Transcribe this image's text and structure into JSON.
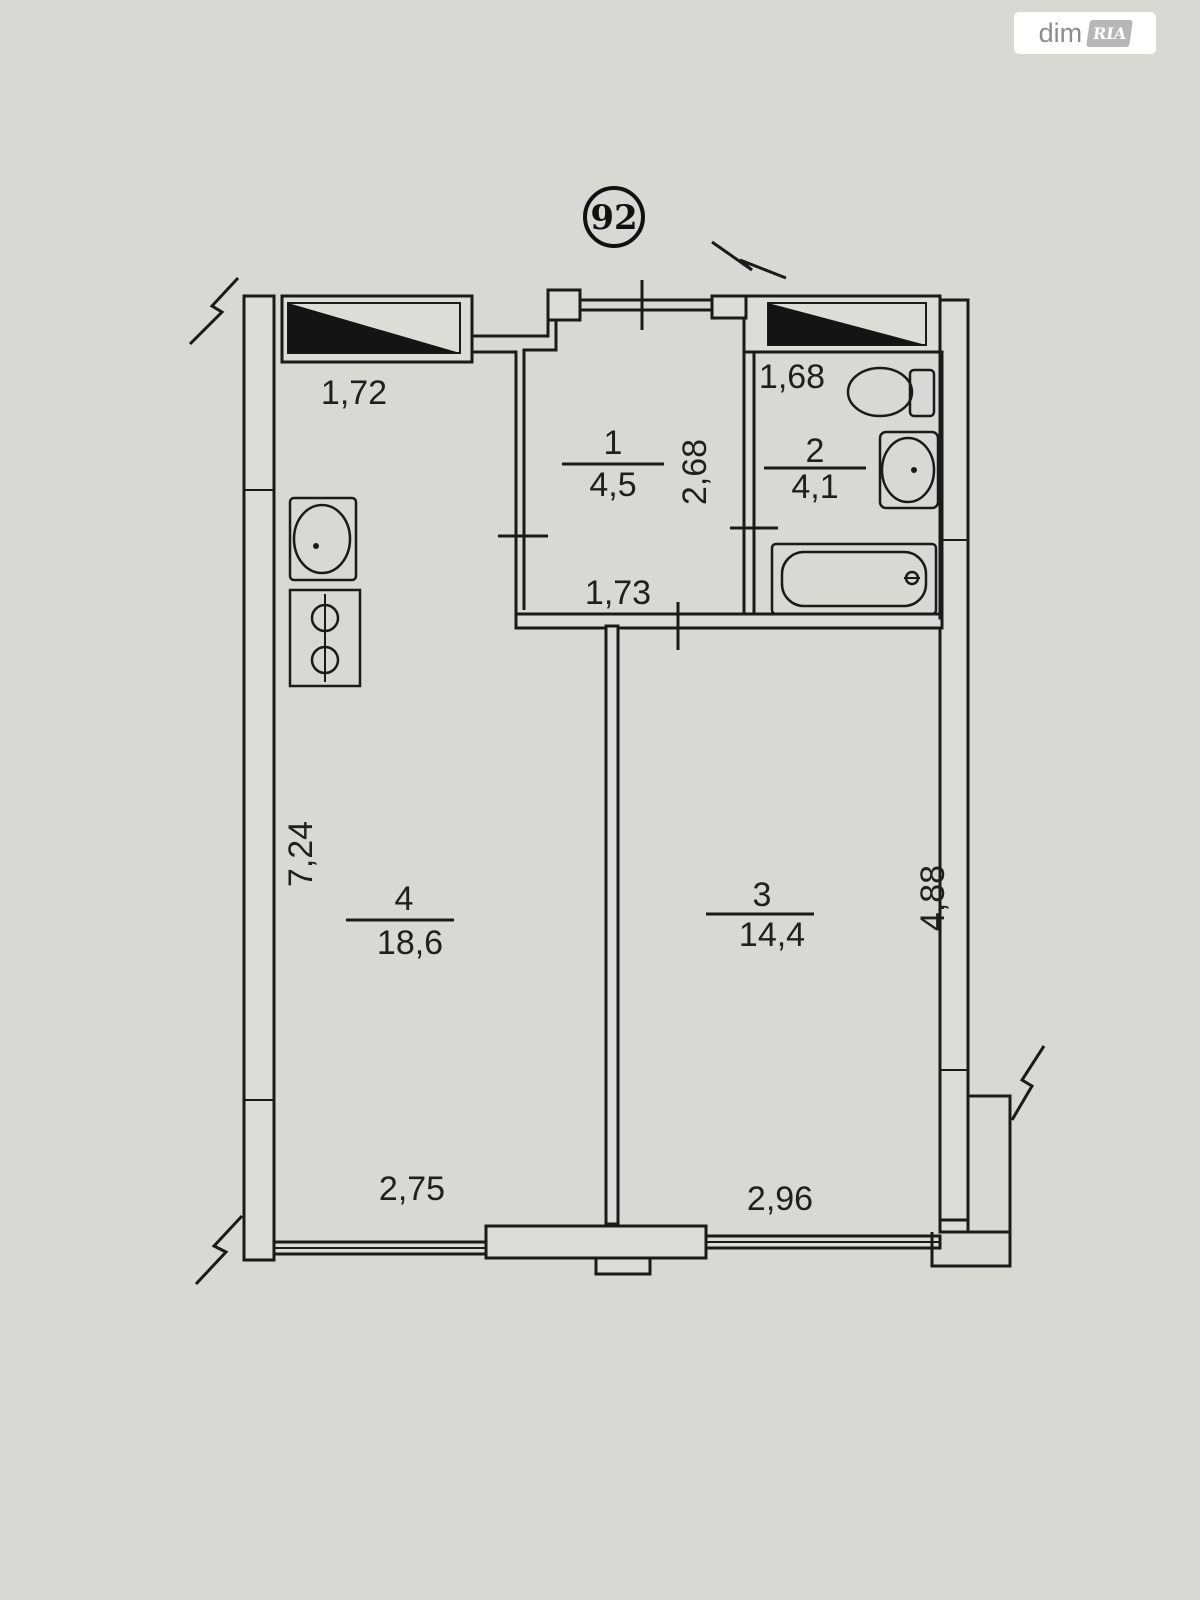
{
  "watermark": {
    "brand_text": "dim",
    "brand_badge": "RIA"
  },
  "apartment_number": "92",
  "rooms": [
    {
      "id": "1",
      "number": "1",
      "area": "4,5"
    },
    {
      "id": "2",
      "number": "2",
      "area": "4,1"
    },
    {
      "id": "3",
      "number": "3",
      "area": "14,4"
    },
    {
      "id": "4",
      "number": "4",
      "area": "18,6"
    }
  ],
  "dimensions": {
    "room4_top_width": "1,72",
    "room2_top_width": "1,68",
    "room1_height": "2,68",
    "room1_bottom_width": "1,73",
    "room4_length": "7,24",
    "room3_length": "4,88",
    "room4_bottom_width": "2,75",
    "room3_bottom_width": "2,96"
  },
  "colors": {
    "paper": "#d8d9d5",
    "ink": "#1a1a1a",
    "wall_fill": "#dcdcd8"
  }
}
